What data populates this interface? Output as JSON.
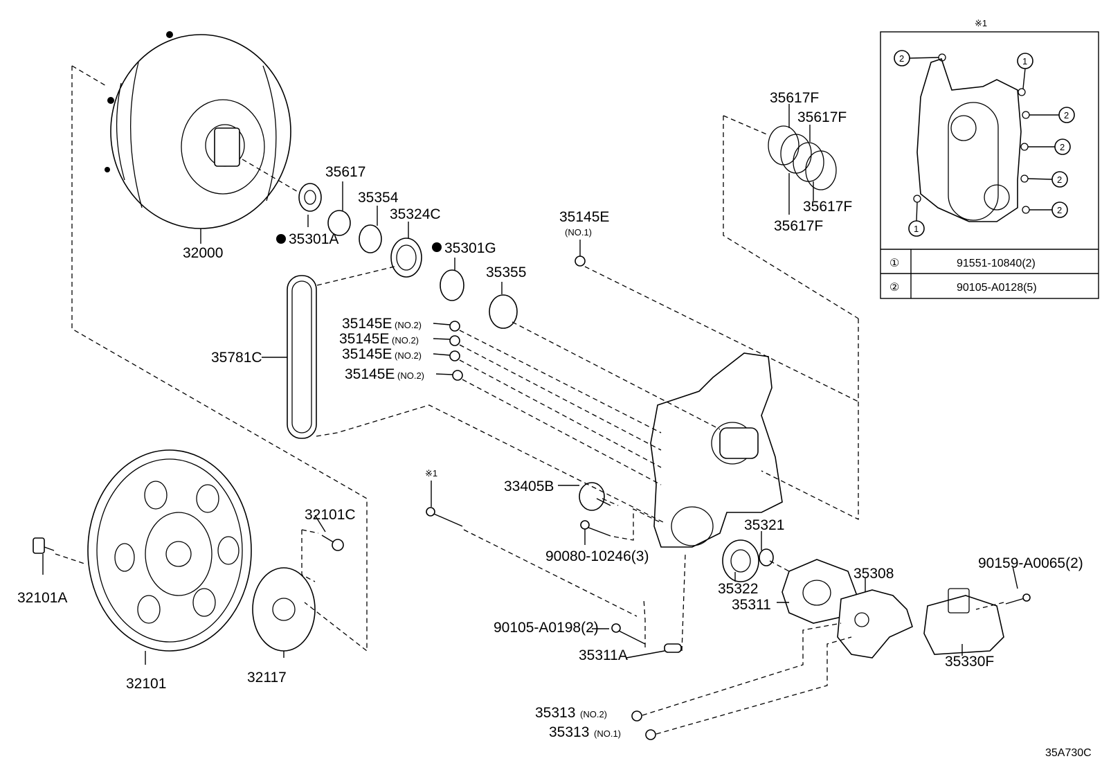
{
  "diagram_code": "35A730C",
  "note_mark": "※1",
  "parts": {
    "p32000": "32000",
    "p35301A": "35301A",
    "p35617": "35617",
    "p35354": "35354",
    "p35324C": "35324C",
    "p35301G": "35301G",
    "p35355": "35355",
    "p35781C": "35781C",
    "p35145E": "35145E",
    "p35145E_note": "(NO.1)",
    "p35145E_no2": "35145E",
    "no2": "(NO.2)",
    "p35617F": "35617F",
    "p33405B": "33405B",
    "p90080": "90080-10246(3)",
    "p35321": "35321",
    "p35322": "35322",
    "p35311": "35311",
    "p35308": "35308",
    "p90159": "90159-A0065(2)",
    "p35330F": "35330F",
    "p90105_0198": "90105-A0198(2)",
    "p35311A": "35311A",
    "p35313": "35313",
    "p35313_no2": "(NO.2)",
    "p35313_no1": "(NO.1)",
    "p32101C": "32101C",
    "p32101A": "32101A",
    "p32101": "32101",
    "p32117": "32117"
  },
  "inset_table": {
    "rows": [
      {
        "key": "①",
        "value": "91551-10840(2)"
      },
      {
        "key": "②",
        "value": "90105-A0128(5)"
      }
    ],
    "callout_1": "1",
    "callout_2": "2"
  }
}
